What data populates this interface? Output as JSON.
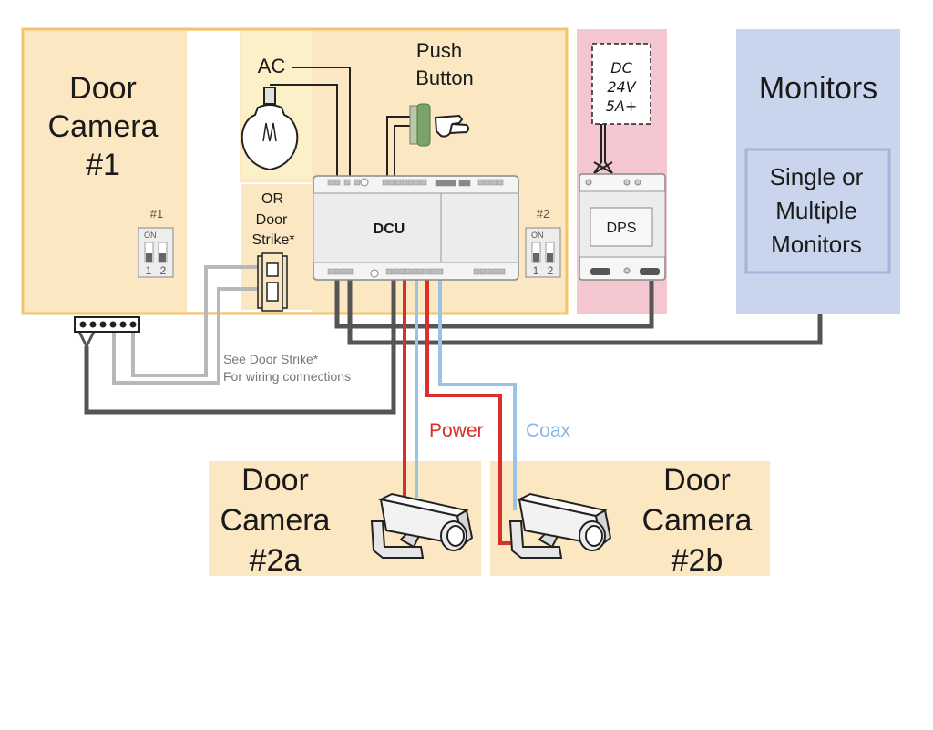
{
  "panels": {
    "door_camera_1": {
      "lines": [
        "Door",
        "Camera",
        "#1"
      ]
    },
    "monitors": {
      "title": "Monitors",
      "inner_lines": [
        "Single or",
        "Multiple",
        "Monitors"
      ]
    },
    "door_camera_2a": {
      "lines": [
        "Door",
        "Camera",
        "#2a"
      ]
    },
    "door_camera_2b": {
      "lines": [
        "Door",
        "Camera",
        "#2b"
      ]
    }
  },
  "labels": {
    "ac": "AC",
    "push_button": [
      "Push",
      "Button"
    ],
    "door_strike": [
      "OR",
      "Door",
      "Strike*"
    ],
    "dcu": "DCU",
    "dps": "DPS",
    "dc_supply": [
      "DC",
      "24V",
      "5A+"
    ],
    "switch1_id": "#1",
    "switch2_id": "#2",
    "switch_on": "ON",
    "switch_nums": [
      "1",
      "2"
    ],
    "see_strike_note": [
      "See Door Strike*",
      "For wiring connections"
    ],
    "power": "Power",
    "coax": "Coax"
  },
  "colors": {
    "panel_beige": "#fbe7c2",
    "panel_border": "#f5c46a",
    "power_pink": "#f4c7d0",
    "monitor_blue": "#c9d5ec",
    "monitor_inner_border": "#9fb5dc",
    "dark_wire": "#555555",
    "gray_wire": "#b8b8b8",
    "power_wire": "#d9302b",
    "coax_wire": "#9cc3e4",
    "power_text": "#d9302b",
    "coax_text": "#8db8df"
  }
}
